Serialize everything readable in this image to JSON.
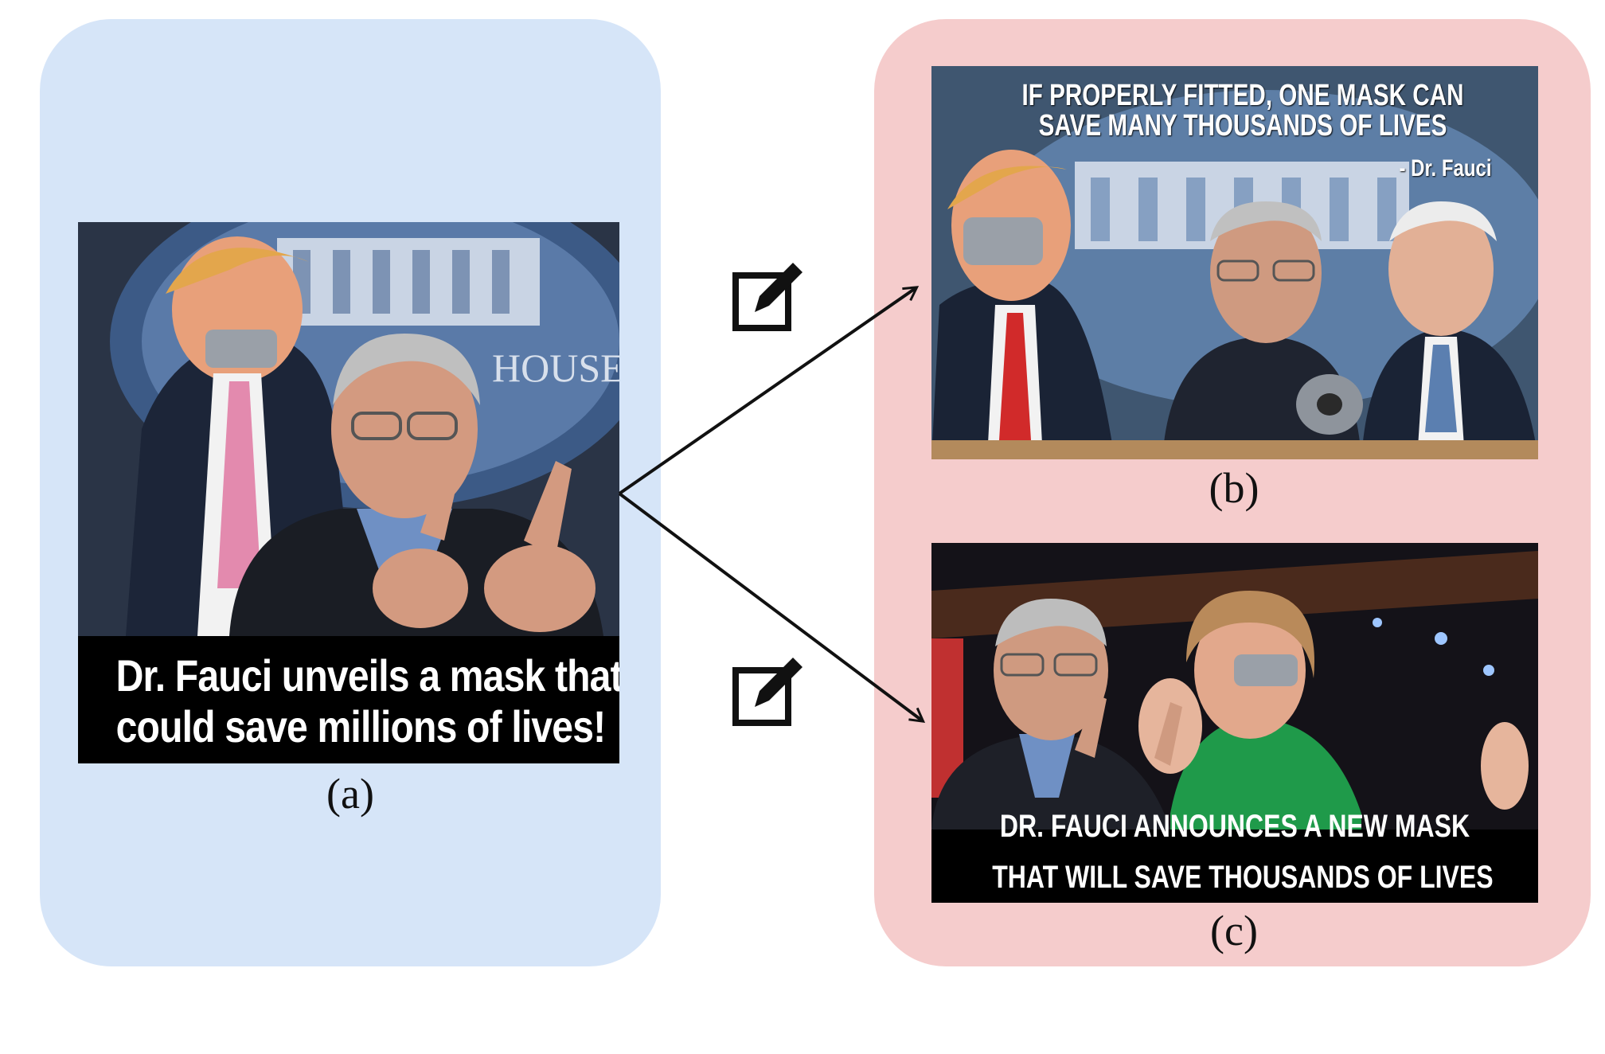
{
  "panels": {
    "a": {
      "label": "(a)",
      "caption_line1": "Dr. Fauci unveils a mask that",
      "caption_line2": "could save millions of lives!",
      "background_text": "HOUSE"
    },
    "b": {
      "label": "(b)",
      "caption_line1": "IF PROPERLY FITTED, ONE MASK CAN",
      "caption_line2": "SAVE MANY THOUSANDS OF LIVES",
      "attribution": "- Dr. Fauci"
    },
    "c": {
      "label": "(c)",
      "caption_line1": "DR. FAUCI ANNOUNCES A NEW MASK",
      "caption_line2": "THAT WILL SAVE THOUSANDS OF LIVES"
    }
  },
  "colors": {
    "original_panel_bg": "#d6e5f8",
    "variants_panel_bg": "#f5cccc",
    "arrow": "#111111"
  },
  "icons": [
    "edit-icon",
    "edit-icon"
  ]
}
